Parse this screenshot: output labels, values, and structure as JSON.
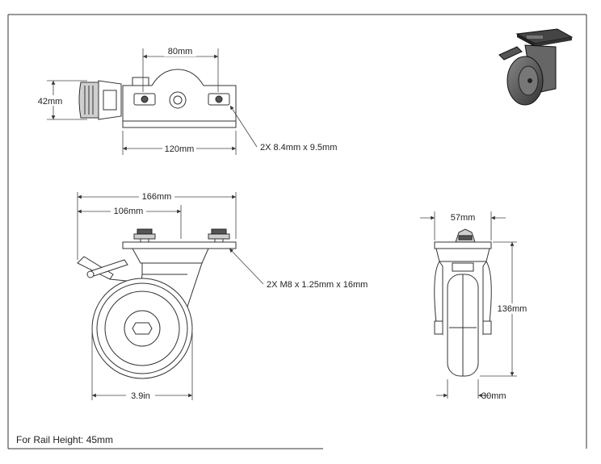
{
  "dimensions": {
    "top_width": "80mm",
    "top_height": "42mm",
    "top_length": "120mm",
    "top_slots": "2X 8.4mm x 9.5mm",
    "side_total": "166mm",
    "side_partial": "106mm",
    "side_bolts": "2X M8 x 1.25mm x 16mm",
    "wheel_diameter": "3.9in",
    "front_width": "57mm",
    "front_height": "136mm",
    "front_wheel_width": "30mm"
  },
  "footer": {
    "note": "For Rail Height: 45mm"
  },
  "colors": {
    "line": "#333333",
    "wheel_dark": "#555555",
    "fill_light": "#cfcfcf"
  }
}
